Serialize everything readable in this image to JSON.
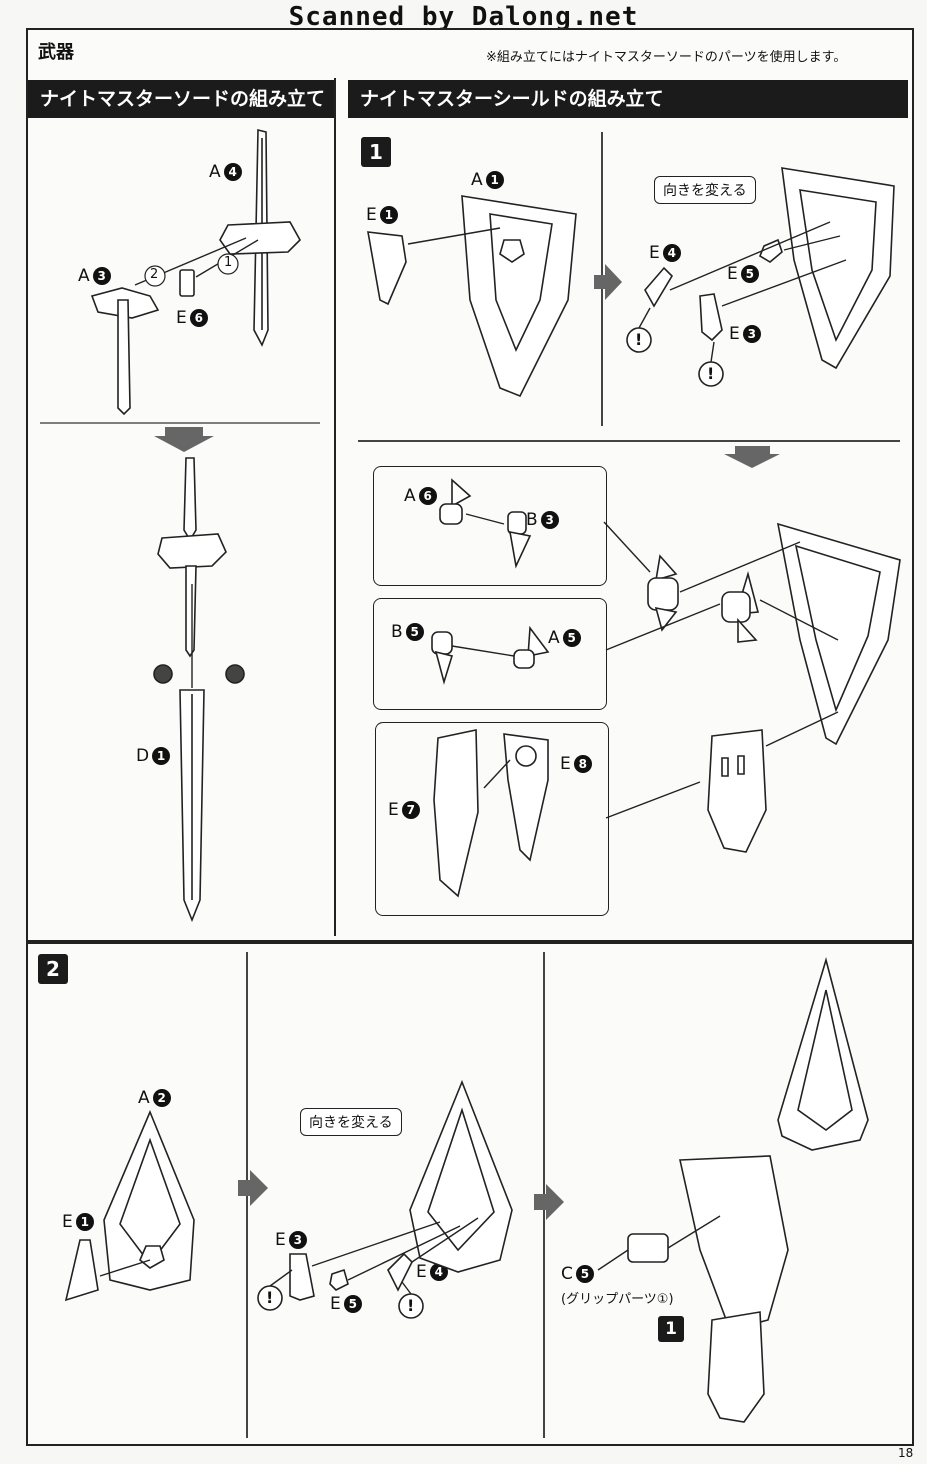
{
  "header": {
    "scan_credit": "Scanned by Dalong.net"
  },
  "weapons": {
    "title": "武器",
    "note": "※組み立てにはナイトマスターソードのパーツを使用します。"
  },
  "sword": {
    "title": "ナイトマスターソードの組み立て",
    "labels": {
      "a4": "A",
      "a3": "A",
      "e6": "E",
      "d1": "D"
    },
    "numbers": {
      "a4": "4",
      "a3": "3",
      "e6": "6",
      "d1": "1"
    },
    "order": {
      "first": "1",
      "second": "2"
    }
  },
  "shield": {
    "title": "ナイトマスターシールドの組み立て",
    "step1": "1",
    "callout_turn": "向きを変える",
    "labels": {
      "a1": "A",
      "e1": "E",
      "e4": "E",
      "e5": "E",
      "e3": "E",
      "a6": "A",
      "b3": "B",
      "b5": "B",
      "a5": "A",
      "e7": "E",
      "e8": "E"
    },
    "numbers": {
      "a1": "1",
      "e1": "1",
      "e4": "4",
      "e5": "5",
      "e3": "3",
      "a6": "6",
      "b3": "3",
      "b5": "5",
      "a5": "5",
      "e7": "7",
      "e8": "8"
    }
  },
  "step2": {
    "step": "2",
    "callout_turn": "向きを変える",
    "labels": {
      "a2": "A",
      "e1": "E",
      "e3": "E",
      "e5": "E",
      "e4": "E",
      "c5": "C"
    },
    "numbers": {
      "a2": "2",
      "e1": "1",
      "e3": "3",
      "e5": "5",
      "e4": "4",
      "c5": "5"
    },
    "grip_note": "(グリップパーツ①)",
    "ref_step": "1"
  },
  "warning_glyph": "!",
  "page_number": "18"
}
